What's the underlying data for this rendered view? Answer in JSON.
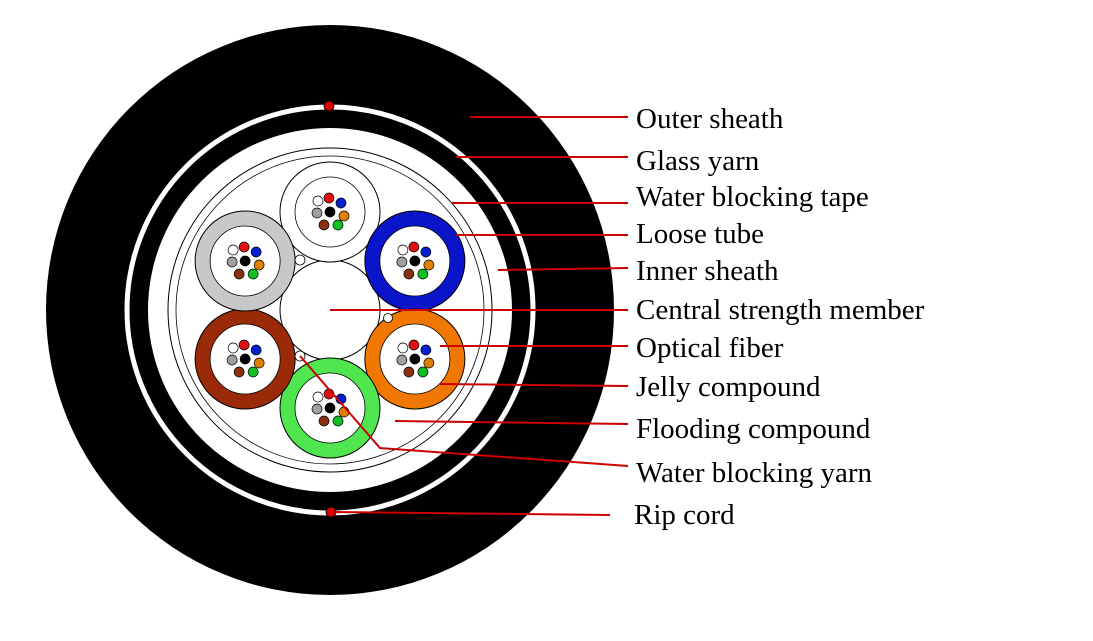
{
  "labels": {
    "outer_sheath": "Outer sheath",
    "glass_yarn": "Glass yarn",
    "water_blocking_tape": "Water blocking tape",
    "loose_tube": "Loose tube",
    "inner_sheath": "Inner sheath",
    "central_strength_member": "Central strength member",
    "optical_fiber": "Optical fiber",
    "jelly_compound": "Jelly compound",
    "flooding_compound": "Flooding compound",
    "water_blocking_yarn": "Water blocking yarn",
    "rip_cord": "Rip cord"
  },
  "colors": {
    "sheath": "#000000",
    "leader_line": "#cc0000",
    "rip_cord": "#dd0000",
    "tube_white": "#ffffff",
    "tube_blue": "#0a14c8",
    "tube_orange": "#f07800",
    "tube_green": "#50e650",
    "tube_brown": "#9b2a08",
    "tube_gray": "#c8c8c8",
    "fibers": [
      "#ffffff",
      "#e01010",
      "#0020d0",
      "#000000",
      "#a0a0a0",
      "#e08000",
      "#8a3010",
      "#10c020"
    ]
  },
  "loose_tubes": [
    {
      "name": "top",
      "color": "tube_white"
    },
    {
      "name": "upper-right",
      "color": "tube_blue"
    },
    {
      "name": "lower-right",
      "color": "tube_orange"
    },
    {
      "name": "bottom",
      "color": "tube_green"
    },
    {
      "name": "lower-left",
      "color": "tube_brown"
    },
    {
      "name": "upper-left",
      "color": "tube_gray"
    }
  ]
}
